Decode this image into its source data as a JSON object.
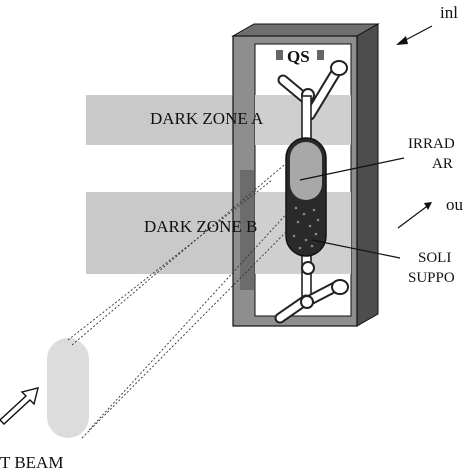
{
  "labels": {
    "inlet": "inl",
    "qs": "QS",
    "dark_zone_a": "DARK ZONE A",
    "dark_zone_b": "DARK ZONE B",
    "irradiated_area_line1": "IRRAD",
    "irradiated_area_line2": "AR",
    "outlet": "ou",
    "solid_support_line1": "SOLI",
    "solid_support_line2": "SUPPO",
    "light_beam": "T BEAM"
  }
}
